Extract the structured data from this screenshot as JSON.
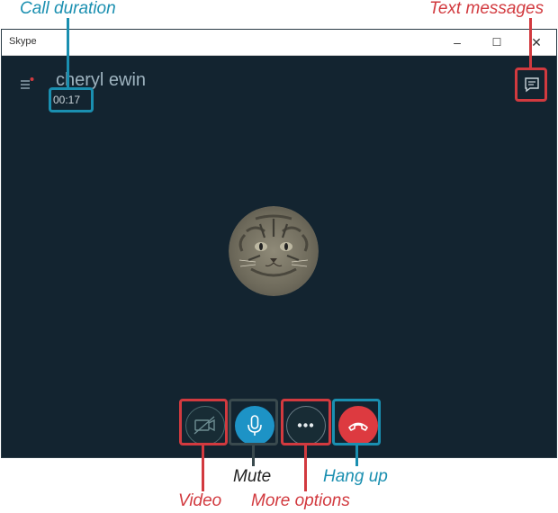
{
  "annotations": {
    "call_duration": "Call duration",
    "text_messages": "Text messages",
    "mute": "Mute",
    "hang_up": "Hang up",
    "video": "Video",
    "more_options": "More options"
  },
  "window": {
    "title": "Skype",
    "controls": {
      "minimize": "–",
      "maximize": "☐",
      "close": "✕"
    }
  },
  "call": {
    "contact_name": "cheryl ewin",
    "duration": "00:17"
  },
  "controls": {
    "video": {
      "icon": "video-off-icon",
      "state": "off"
    },
    "mute": {
      "icon": "microphone-icon",
      "state": "on"
    },
    "more": {
      "icon": "more-options-icon"
    },
    "hangup": {
      "icon": "hang-up-phone-icon"
    }
  },
  "colors": {
    "annotation_red": "#d23a3f",
    "annotation_teal": "#1a8fb0",
    "call_background": "#132430",
    "mute_blue": "#1d93c6",
    "hangup_red": "#dd3a40"
  }
}
